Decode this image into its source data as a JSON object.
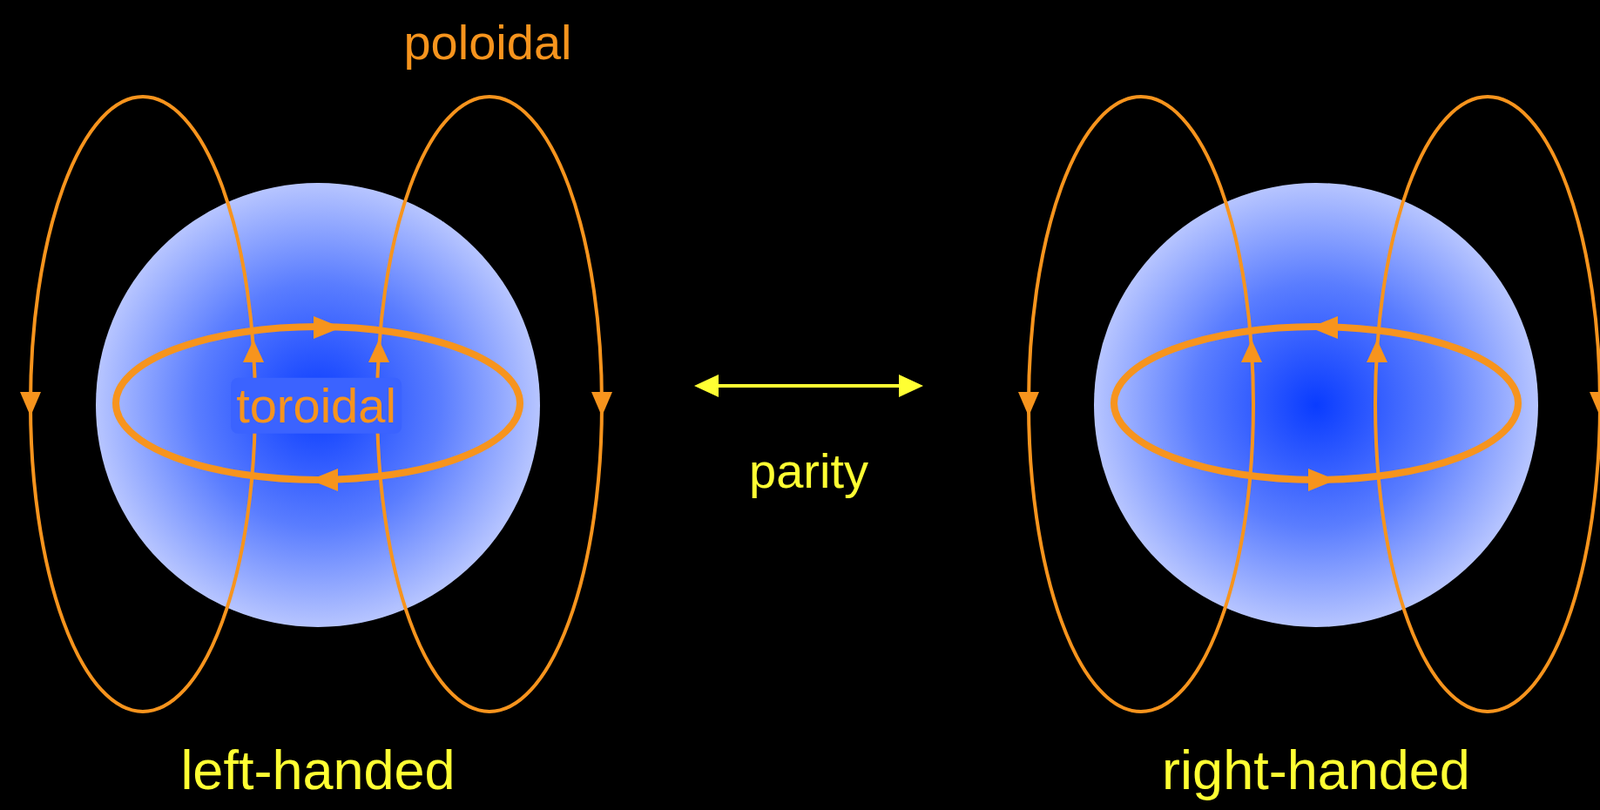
{
  "diagram": {
    "nodes": [
      {
        "text": [
          "toroidal",
          "left-handed"
        ]
      },
      {
        "text": [
          "right-handed"
        ]
      }
    ],
    "edges": [
      {
        "from": 0,
        "to": 1,
        "arrow": "both",
        "label": "parity"
      }
    ],
    "labels": [
      "poloidal"
    ]
  }
}
